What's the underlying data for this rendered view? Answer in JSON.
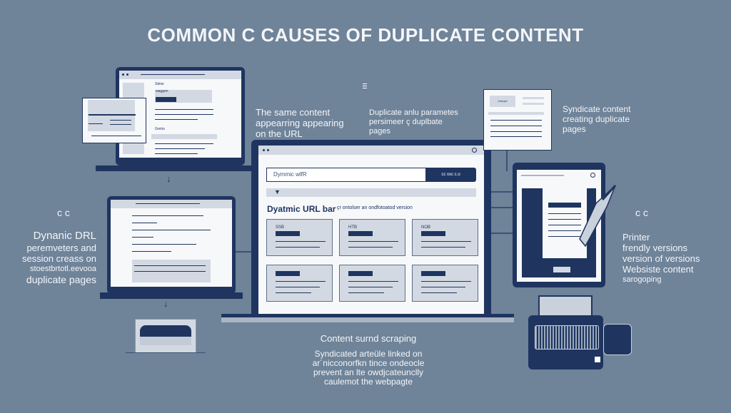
{
  "title": "COMMON C CAUSES OF DUPLICATE CONTENT",
  "captions": {
    "same_content": [
      "The same content",
      "appearring appearing",
      "on the URL"
    ],
    "duplicate_params": [
      "Duplicate anlu parametes",
      "persimeer ç duplbate",
      "pages"
    ],
    "syndicate": [
      "Syndicate content",
      "creating duplicate",
      "pages"
    ],
    "dynamic_url": [
      "Dynanic DRL",
      "peremveters and",
      "session creass on",
      "stoestbrtotl.eevooa",
      "duplicate pages"
    ],
    "printer": [
      "Printer",
      "frendly versions",
      "version of  versions",
      "Websiste content",
      "sarogoping"
    ],
    "scraping_heading": "Content  surnd scraping",
    "scraping_body": [
      "Syndicated arteüle linked on",
      "ar´nicconorfkn tince ondeocle",
      "prevent  an  lte  owdjcateunclly",
      "caulemot  the webpagte"
    ]
  },
  "decor": {
    "left_quote": "c  c",
    "right_quote": "c  c"
  },
  "main_browser": {
    "url_input": "Dymmic wlfR",
    "url_button": "cc xxc c.o",
    "heading": "Dyatmic URL bar",
    "subheading": "çr ontolser an ondfotoatod version",
    "cards": [
      {
        "tag": "SSB"
      },
      {
        "tag": "HTB"
      },
      {
        "tag": "NOB"
      },
      {
        "tag": ""
      },
      {
        "tag": ""
      },
      {
        "tag": ""
      }
    ]
  },
  "top_laptop": {
    "label1": "Sdow",
    "label2": "waggen",
    "label3": "Gretrs"
  },
  "doc_card": {
    "label": "Intoryte"
  },
  "colors": {
    "background": "#6f8399",
    "navy": "#1f3560",
    "panel": "#d3d9e2",
    "paper": "#f7f8fa"
  }
}
